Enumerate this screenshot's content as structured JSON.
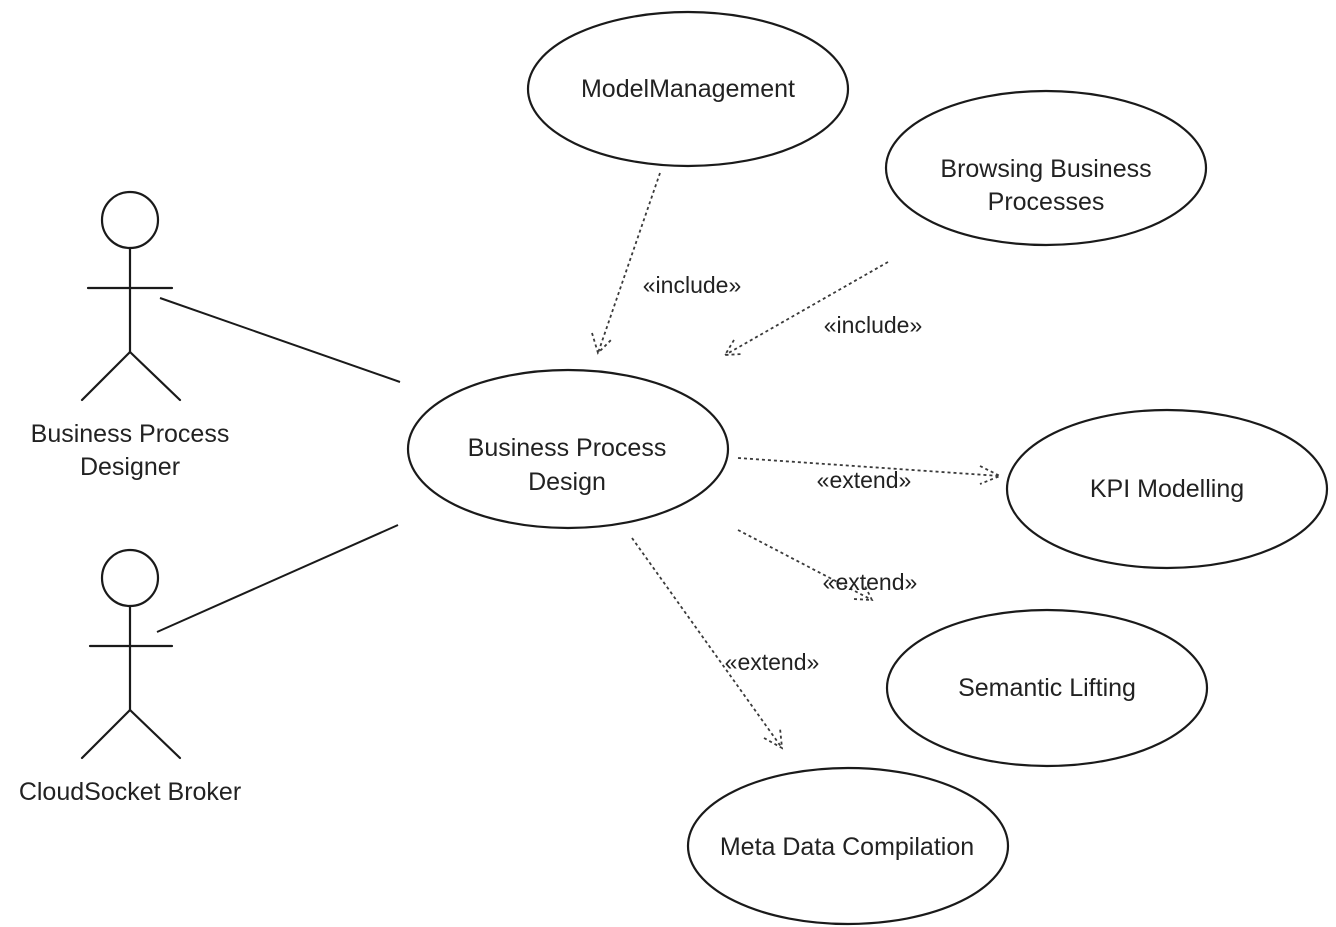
{
  "actors": [
    {
      "id": "designer",
      "lines": [
        "Business Process",
        "Designer"
      ]
    },
    {
      "id": "broker",
      "lines": [
        "CloudSocket Broker"
      ]
    }
  ],
  "use_cases": [
    {
      "id": "model_management",
      "lines": [
        "ModelManagement"
      ]
    },
    {
      "id": "browsing",
      "lines": [
        "Browsing Business",
        "Processes"
      ]
    },
    {
      "id": "bp_design",
      "lines": [
        "Business Process",
        "Design"
      ]
    },
    {
      "id": "kpi",
      "lines": [
        "KPI Modelling"
      ]
    },
    {
      "id": "semantic",
      "lines": [
        "Semantic Lifting"
      ]
    },
    {
      "id": "metadata",
      "lines": [
        "Meta Data Compilation"
      ]
    }
  ],
  "relations": [
    {
      "id": "rel_include_model",
      "from": "model_management",
      "to": "bp_design",
      "label": "«include»"
    },
    {
      "id": "rel_include_browse",
      "from": "browsing",
      "to": "bp_design",
      "label": "«include»"
    },
    {
      "id": "rel_extend_kpi",
      "from": "bp_design",
      "to": "kpi",
      "label": "«extend»"
    },
    {
      "id": "rel_extend_semantic",
      "from": "bp_design",
      "to": "semantic",
      "label": "«extend»"
    },
    {
      "id": "rel_extend_meta",
      "from": "bp_design",
      "to": "metadata",
      "label": "«extend»"
    }
  ]
}
